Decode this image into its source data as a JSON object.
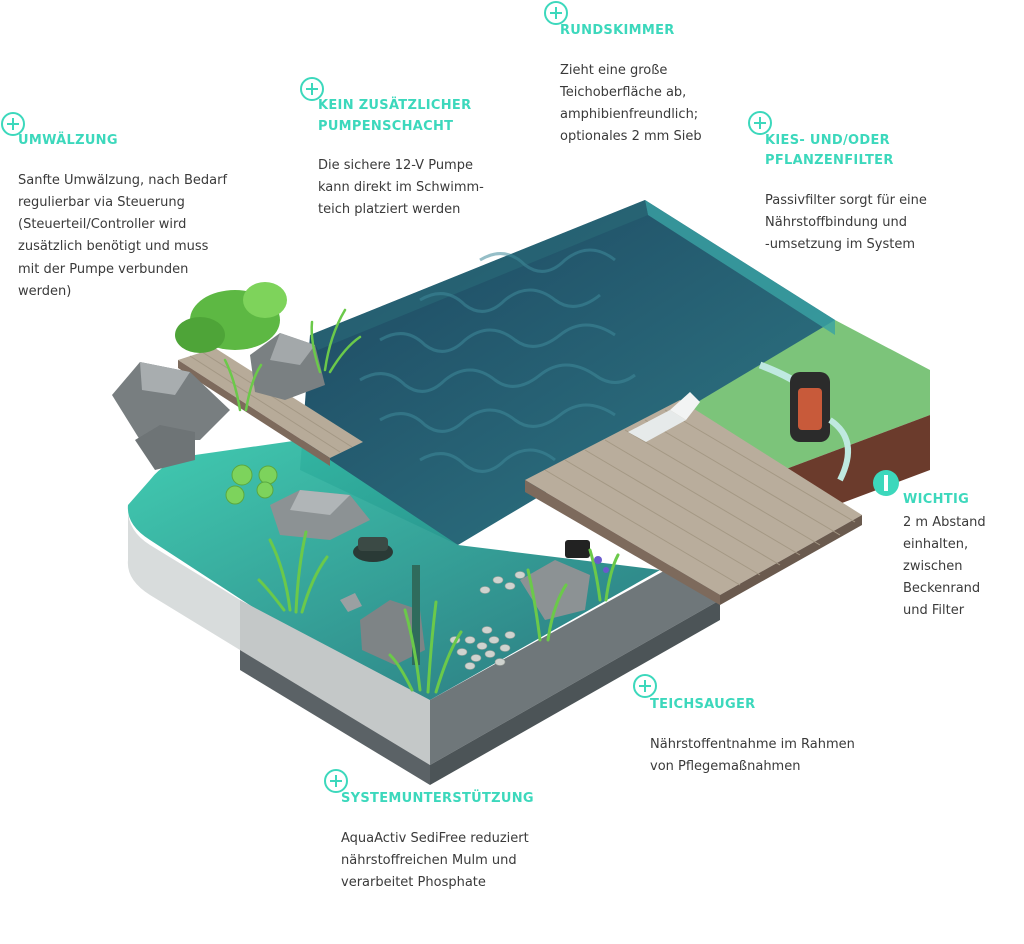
{
  "accent_color": "#3cd8bc",
  "callouts": {
    "umwaelzung": {
      "title": "UMWÄLZUNG",
      "lines": [
        "Sanfte Umwälzung, nach Bedarf",
        "regulierbar via Steuerung",
        "(Steuerteil/Controller wird",
        "zusätzlich benötigt und muss",
        "mit der Pumpe verbunden",
        "werden)"
      ]
    },
    "pumpenschacht": {
      "title_lines": [
        "KEIN ZUSÄTZLICHER",
        "PUMPENSCHACHT"
      ],
      "lines": [
        "Die sichere 12-V Pumpe",
        "kann direkt im Schwimm-",
        "teich platziert werden"
      ]
    },
    "rundskimmer": {
      "title": "RUNDSKIMMER",
      "lines": [
        "Zieht eine große",
        "Teichoberfläche ab,",
        "amphibienfreundlich;",
        "optionales 2 mm Sieb"
      ]
    },
    "kiesfilter": {
      "title_lines": [
        "KIES- UND/ODER",
        "PFLANZENFILTER"
      ],
      "lines": [
        "Passivfilter sorgt für eine",
        "Nährstoffbindung und",
        "-umsetzung im System"
      ]
    },
    "wichtig": {
      "icon": "info-icon",
      "title": "WICHTIG",
      "lines": [
        "2 m Abstand",
        "einhalten,",
        "zwischen",
        "Beckenrand",
        "und Filter"
      ]
    },
    "teichsauger": {
      "title": "TEICHSAUGER",
      "lines": [
        "Nährstoffentnahme im Rahmen",
        "von Pflegemaßnahmen"
      ]
    },
    "systemunterstuetzung": {
      "title": "SYSTEMUNTERSTÜTZUNG",
      "lines": [
        "AquaActiv SediFree reduziert",
        "nährstoffreichen Mulm und",
        "verarbeitet Phosphate"
      ]
    }
  }
}
